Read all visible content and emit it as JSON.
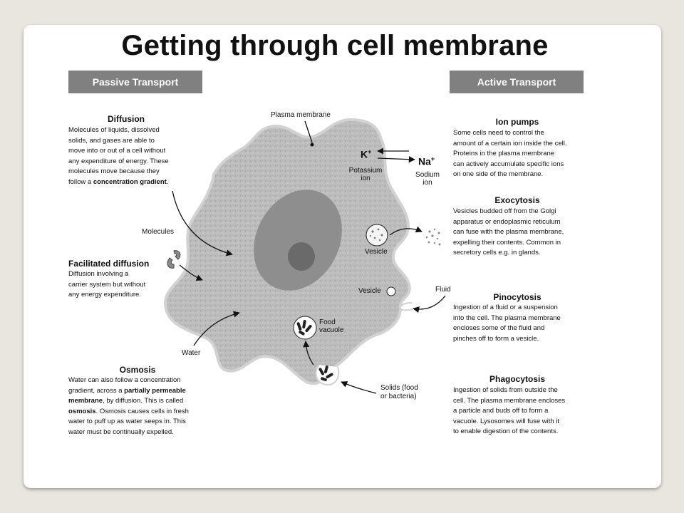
{
  "title": "Getting through cell membrane",
  "headers": {
    "passive": "Passive Transport",
    "active": "Active Transport"
  },
  "passive": {
    "diffusion": {
      "title": "Diffusion",
      "lines": [
        "Molecules of liquids, dissolved",
        "solids, and gases are able to",
        "move into or out of a cell without",
        "any expenditure of energy. These",
        "molecules move because they",
        "follow a "
      ],
      "bold": "concentration gradient",
      "tail": "."
    },
    "facilitated": {
      "title": "Facilitated diffusion",
      "lines": [
        "Diffusion involving a",
        "carrier system but without",
        "any energy expenditure."
      ]
    },
    "osmosis": {
      "title": "Osmosis",
      "l1": "Water can also follow a concentration",
      "l2a": "gradient, across a ",
      "l2b": "partially permeable",
      "l3a": "membrane",
      "l3b": ", by diffusion. This is called",
      "l4a": "osmosis",
      "l4b": ". Osmosis causes cells in fresh",
      "l5": "water to puff up as water seeps in. This",
      "l6": "water must be continually expelled."
    }
  },
  "active": {
    "ion_pumps": {
      "title": "Ion pumps",
      "lines": [
        "Some cells need to control the",
        "amount of a certain ion inside the cell.",
        "Proteins in the plasma membrane",
        "can actively accumulate specific ions",
        "on one side of the membrane."
      ]
    },
    "exocytosis": {
      "title": "Exocytosis",
      "lines": [
        "Vesicles budded off from the Golgi",
        "apparatus or endoplasmic reticulum",
        "can fuse with the plasma membrane,",
        "expelling their contents. Common in",
        "secretory cells e.g. in glands."
      ]
    },
    "pinocytosis": {
      "title": "Pinocytosis",
      "lines": [
        "Ingestion of a fluid or a suspension",
        "into the cell. The plasma membrane",
        "encloses some of the fluid and",
        "pinches off to form a vesicle."
      ]
    },
    "phagocytosis": {
      "title": "Phagocytosis",
      "lines": [
        "Ingestion of solids from outside the",
        "cell. The plasma membrane encloses",
        "a particle and buds off to form a",
        "vacuole. Lysosomes will fuse with it",
        "to enable digestion of the contents."
      ]
    }
  },
  "labels": {
    "plasma_membrane": "Plasma membrane",
    "molecules": "Molecules",
    "water": "Water",
    "k": "K",
    "na": "Na",
    "plus": "+",
    "potassium": "Potassium",
    "ion": "ion",
    "sodium": "Sodium",
    "vesicle": "Vesicle",
    "fluid": "Fluid",
    "food": "Food",
    "vacuole": "vacuole",
    "solids1": "Solids (food",
    "solids2": "or bacteria)"
  },
  "colors": {
    "background": "#e9e5df",
    "header_box": "#808080",
    "cytoplasm": "#bdbdbd",
    "nucleus": "#8e8e8e",
    "nucleolus": "#6a6a6a"
  }
}
